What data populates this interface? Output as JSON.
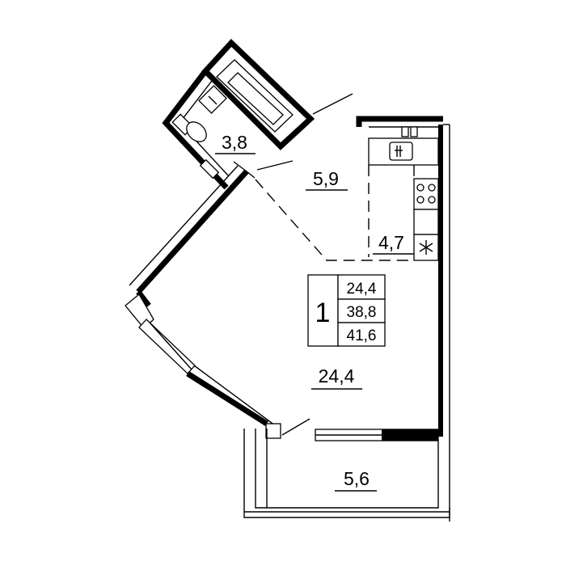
{
  "rooms": {
    "bathroom": "3,8",
    "hallway": "5,9",
    "kitchen": "4,7",
    "living": "24,4",
    "balcony": "5,6"
  },
  "summary": {
    "room_count": "1",
    "living_area": "24,4",
    "total_area": "38,8",
    "total_with_balcony": "41,6"
  },
  "icons": {
    "sink": "sink-icon",
    "stove": "stove-icon",
    "fridge": "snowflake-icon",
    "toilet": "toilet-icon",
    "bathtub": "bathtub-icon"
  }
}
